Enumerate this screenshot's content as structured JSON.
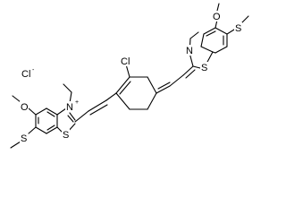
{
  "structure": {
    "counterion": {
      "label": "Cl",
      "charge": "-"
    },
    "chloro_substituent": "Cl",
    "right_benzothiazole": {
      "nitrogen": "N",
      "sulfur_ring": "S",
      "methoxy_oxygen": "O",
      "thioether_sulfur": "S"
    },
    "left_benzothiazole": {
      "nitrogen": "N",
      "nitrogen_charge": "+",
      "sulfur_ring": "S",
      "methoxy_oxygen": "O",
      "thioether_sulfur": "S"
    }
  }
}
